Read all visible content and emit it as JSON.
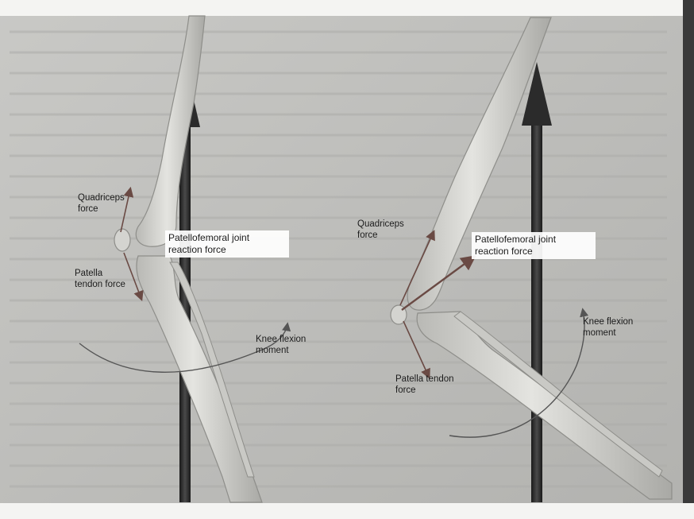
{
  "figure": {
    "left_panel": {
      "quadriceps_force": "Quadriceps force",
      "patellofemoral_joint_reaction_force": "Patellofemoral joint reaction force",
      "patella_tendon_force": "Patella tendon force",
      "knee_flexion_moment": "Knee flexion moment"
    },
    "right_panel": {
      "quadriceps_force": "Quadriceps force",
      "patellofemoral_joint_reaction_force": "Patellofemoral joint reaction force",
      "knee_flexion_moment": "Knee flexion moment",
      "patella_tendon_force": "Patella tendon force"
    }
  },
  "colors": {
    "page_background": "#bfbfbc",
    "bone": "#d8d8d4",
    "bone_outline": "#8e8e8a",
    "ground_reaction_arrow": "#2b2b2b",
    "force_arrow": "#6a4a44"
  }
}
